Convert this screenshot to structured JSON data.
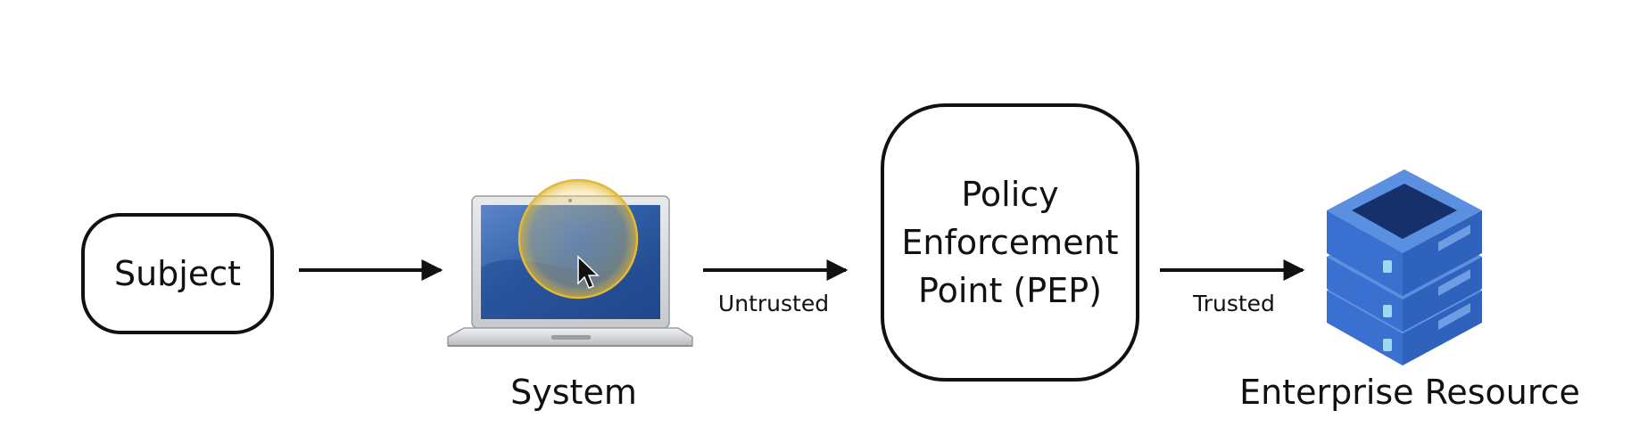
{
  "nodes": {
    "subject": {
      "label": "Subject"
    },
    "system": {
      "label": "System",
      "icon": "laptop-icon"
    },
    "pep": {
      "lines": [
        "Policy",
        "Enforcement",
        "Point (PEP)"
      ]
    },
    "resource": {
      "label": "Enterprise Resource",
      "icon": "server-stack-icon"
    }
  },
  "edges": [
    {
      "from": "Subject",
      "to": "System",
      "label": ""
    },
    {
      "from": "System",
      "to": "Policy Enforcement Point (PEP)",
      "label": "Untrusted"
    },
    {
      "from": "Policy Enforcement Point (PEP)",
      "to": "Enterprise Resource",
      "label": "Trusted"
    }
  ],
  "colors": {
    "stroke": "#111111",
    "server_top": "#5b8fe0",
    "server_side": "#3a70cf",
    "server_dark": "#16306b",
    "server_led": "#9fd8f2",
    "highlight": "#f2d266"
  }
}
